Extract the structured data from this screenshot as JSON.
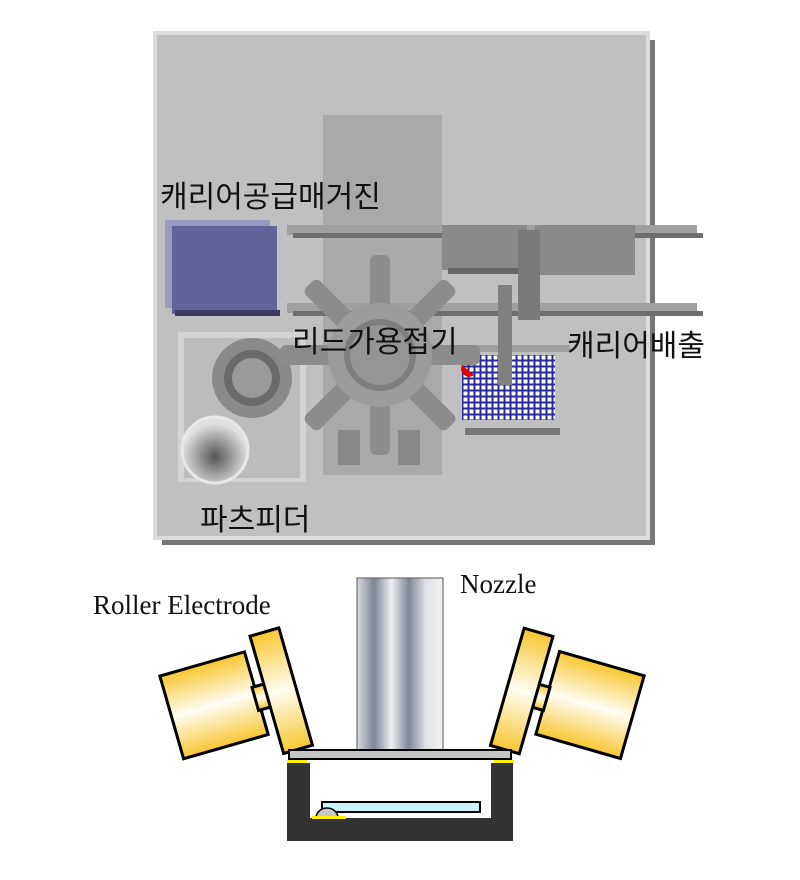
{
  "top_diagram": {
    "labels": {
      "carrier_supply_magazine": "캐리어공급매거진",
      "lead_welder": "리드가용접기",
      "carrier_output": "캐리어배출",
      "parts_feeder": "파츠피더"
    }
  },
  "bottom_diagram": {
    "labels": {
      "roller_electrode": "Roller Electrode",
      "nozzle": "Nozzle"
    }
  },
  "colors": {
    "panel": "#c0c0c0",
    "magazine": "#63639a",
    "grid": "#2a2a9a",
    "electrode": "#f7c630",
    "base": "#333333",
    "accent_red": "#e00000"
  }
}
